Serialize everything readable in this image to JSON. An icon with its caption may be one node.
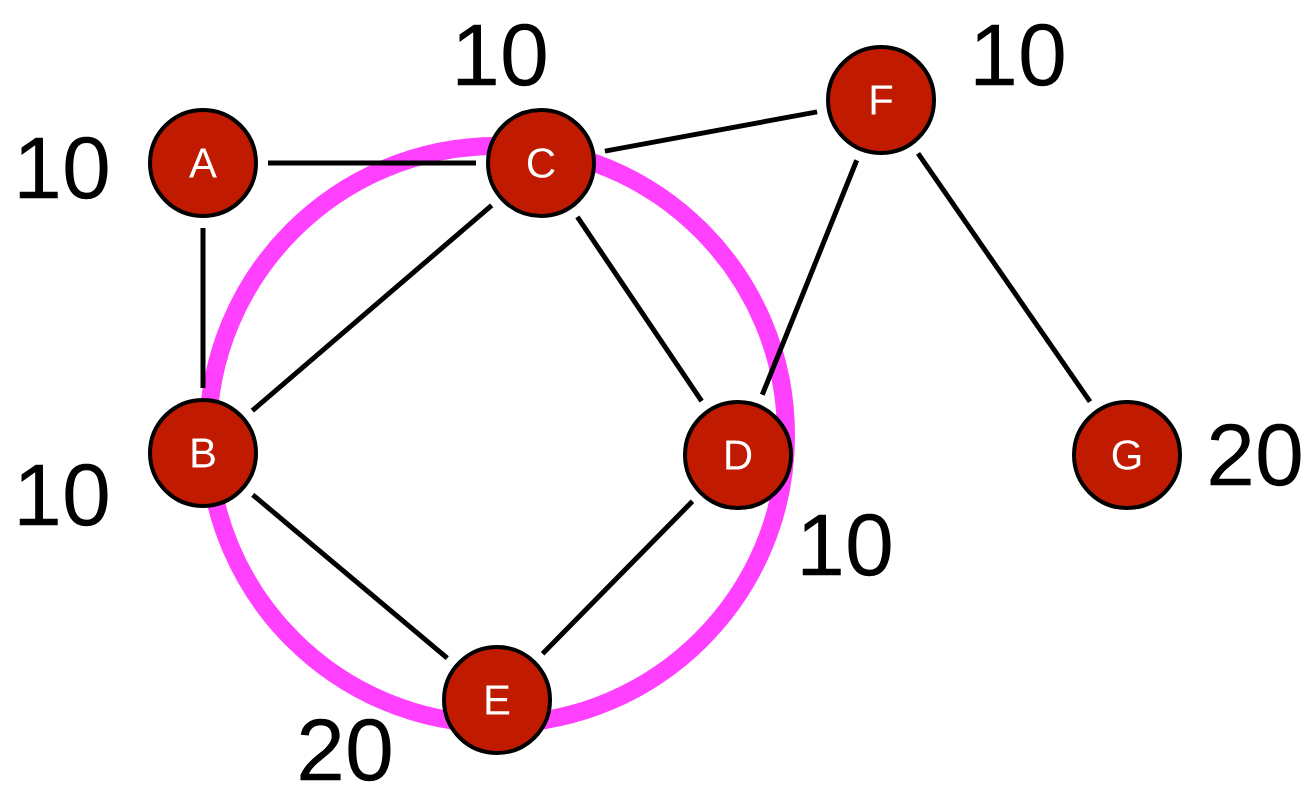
{
  "diagram": {
    "nodes": [
      {
        "text": [
          "A"
        ],
        "beside": [
          "10"
        ]
      },
      {
        "text": [
          "C"
        ],
        "beside": [
          "10"
        ]
      },
      {
        "text": [
          "F"
        ],
        "beside": [
          "10"
        ]
      },
      {
        "text": [
          "B"
        ],
        "beside": [
          "10"
        ]
      },
      {
        "text": [
          "D"
        ],
        "beside": [
          "10"
        ]
      },
      {
        "text": [
          "G"
        ],
        "beside": [
          "20"
        ]
      },
      {
        "text": [
          "E"
        ],
        "beside": [
          "20"
        ]
      }
    ],
    "edges": [
      {
        "from": 0,
        "to": 1,
        "arrow": "none"
      },
      {
        "from": 1,
        "to": 2,
        "arrow": "none"
      },
      {
        "from": 0,
        "to": 3,
        "arrow": "none"
      },
      {
        "from": 1,
        "to": 3,
        "arrow": "none"
      },
      {
        "from": 1,
        "to": 4,
        "arrow": "none"
      },
      {
        "from": 2,
        "to": 4,
        "arrow": "none"
      },
      {
        "from": 2,
        "to": 5,
        "arrow": "none"
      },
      {
        "from": 3,
        "to": 6,
        "arrow": "none"
      },
      {
        "from": 4,
        "to": 6,
        "arrow": "none"
      }
    ]
  }
}
